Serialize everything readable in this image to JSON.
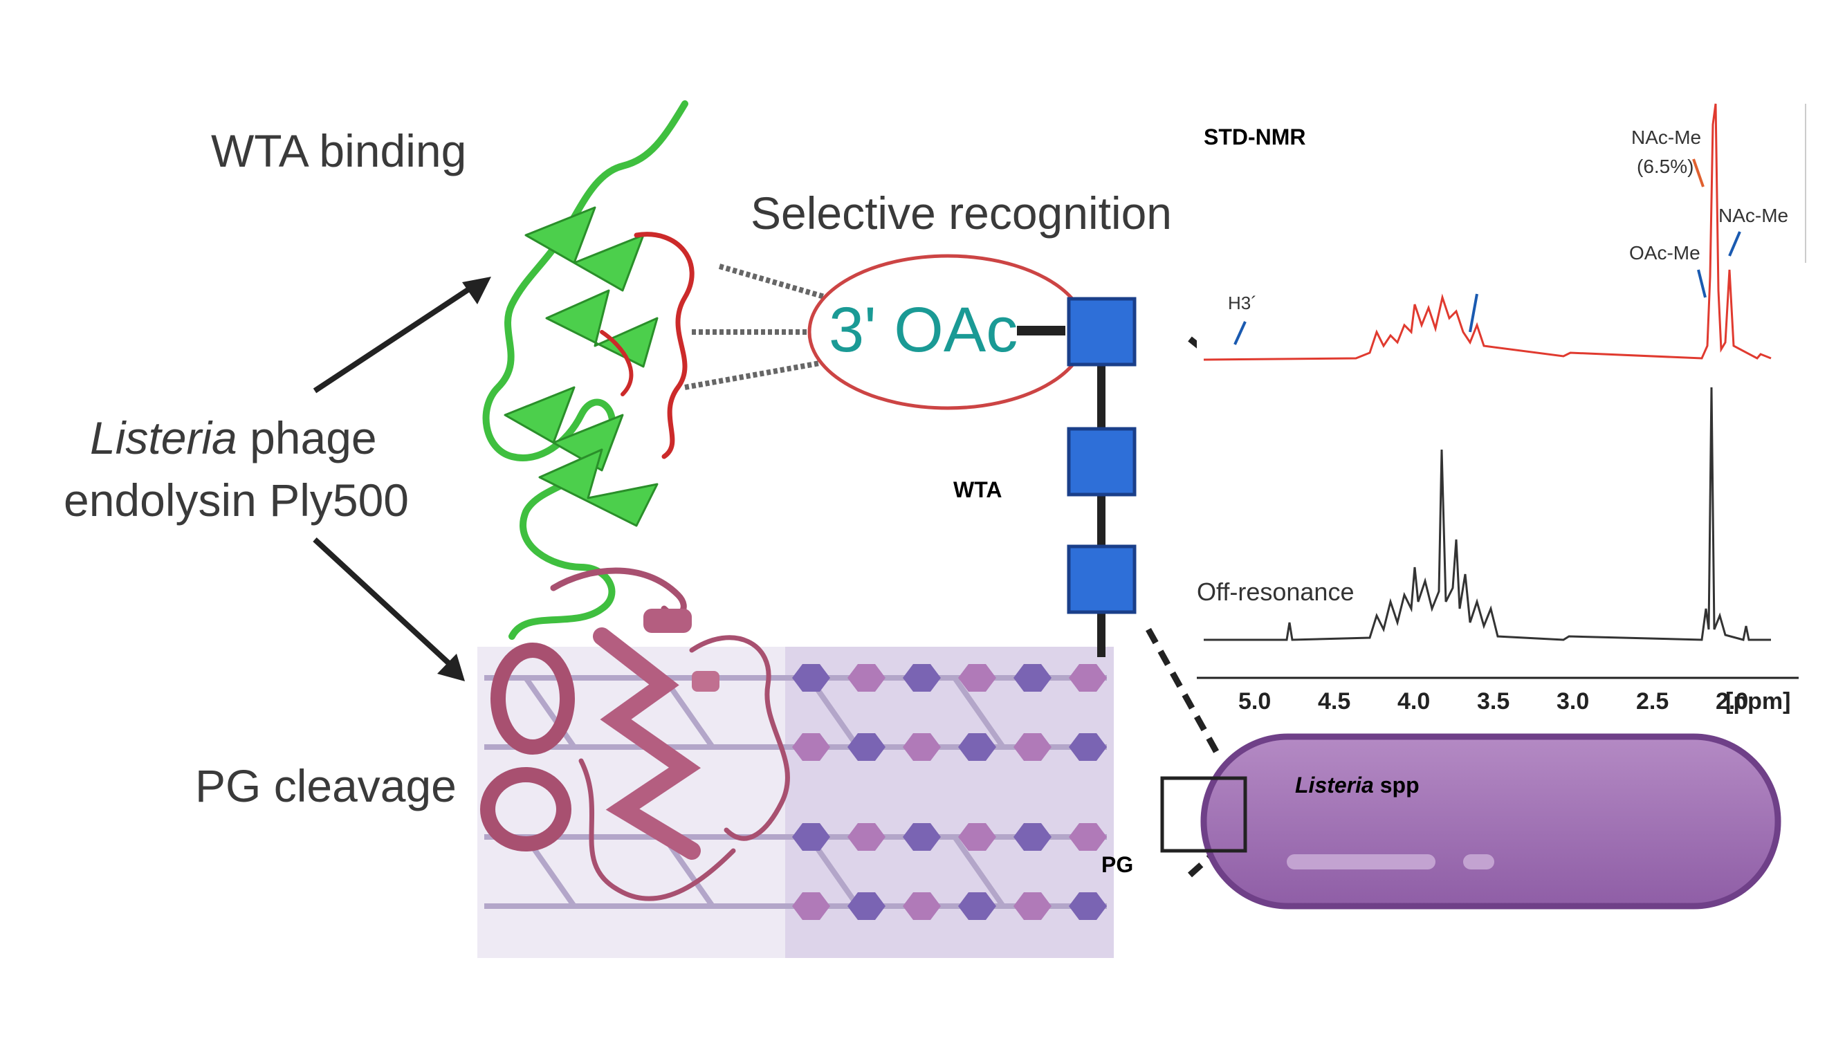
{
  "labels": {
    "wta_binding": "WTA binding",
    "selective_recognition": "Selective recognition",
    "oac_label": "3' OAc",
    "listeria_italic": "Listeria",
    "phage_word": " phage",
    "endolysin": "endolysin Ply500",
    "pg_cleavage": "PG cleavage",
    "wta": "WTA",
    "pg": "PG",
    "listeria_spp_italic": "Listeria",
    "spp": " spp"
  },
  "nmr": {
    "title": "STD-NMR",
    "off_resonance": "Off-resonance",
    "peak_h3": "H3´",
    "peak_nac_me_top": "NAc-Me",
    "peak_pct": "(6.5%)",
    "peak_nac_me_right": "NAc-Me",
    "peak_oac_me": "OAc-Me",
    "axis_ticks": [
      "5.0",
      "4.5",
      "4.0",
      "3.5",
      "3.0",
      "2.5",
      "2.0"
    ],
    "axis_unit": "[ppm]"
  },
  "colors": {
    "teal": "#1a9a95",
    "std_trace": "#e03a2f",
    "off_trace": "#333333",
    "wta_box": "#2e6fd8",
    "binding_domain": "#3fbf3f",
    "catalytic_domain": "#a85070",
    "cell": "#9b6ab0"
  }
}
